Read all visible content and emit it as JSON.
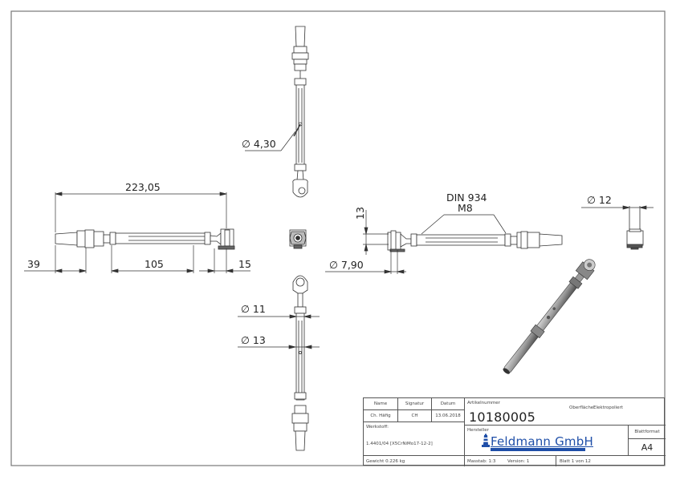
{
  "drawing": {
    "dimensions": {
      "overall_length": "223,05",
      "swage_length": "39",
      "body_length": "105",
      "fork_width": "15",
      "pin_diameter": "∅ 4,30",
      "fork_height": "13",
      "thread_callout_line1": "DIN 934",
      "thread_callout_line2": "M8",
      "fork_pin_diameter": "∅ 7,90",
      "end_diameter": "∅ 12",
      "nut_diameter": "∅ 11",
      "body_diameter": "∅ 13"
    },
    "views": [
      "top-view-vertical",
      "front-view-left",
      "end-view-center",
      "front-view-right",
      "side-view-right",
      "bottom-view-vertical",
      "isometric-view"
    ]
  },
  "title_block": {
    "header": {
      "name_label": "Name",
      "signature_label": "Signatur",
      "date_label": "Datum"
    },
    "author": {
      "name": "Ch. Häfig",
      "signature": "CH",
      "date": "13.06.2018"
    },
    "article_label": "Artikelnummer",
    "article_number": "10180005",
    "surface_label": "Oberfläche:",
    "surface_value": "Elektropoliert",
    "material_label": "Werkstoff:",
    "material_value": "1.4401/04 [X5CrNiMo17-12-2]",
    "manufacturer_label": "Hersteller",
    "manufacturer_name": "Feldmann GmbH",
    "sheet_format_label": "Blattformat",
    "sheet_format_value": "A4",
    "weight": "Gewicht 0.226 kg",
    "scale": "Masstab: 1:3",
    "version": "Version:   1",
    "sheet": "Blatt 1 von 12"
  },
  "colors": {
    "line": "#333333",
    "border": "#777777",
    "brand": "#1f4fa8"
  }
}
